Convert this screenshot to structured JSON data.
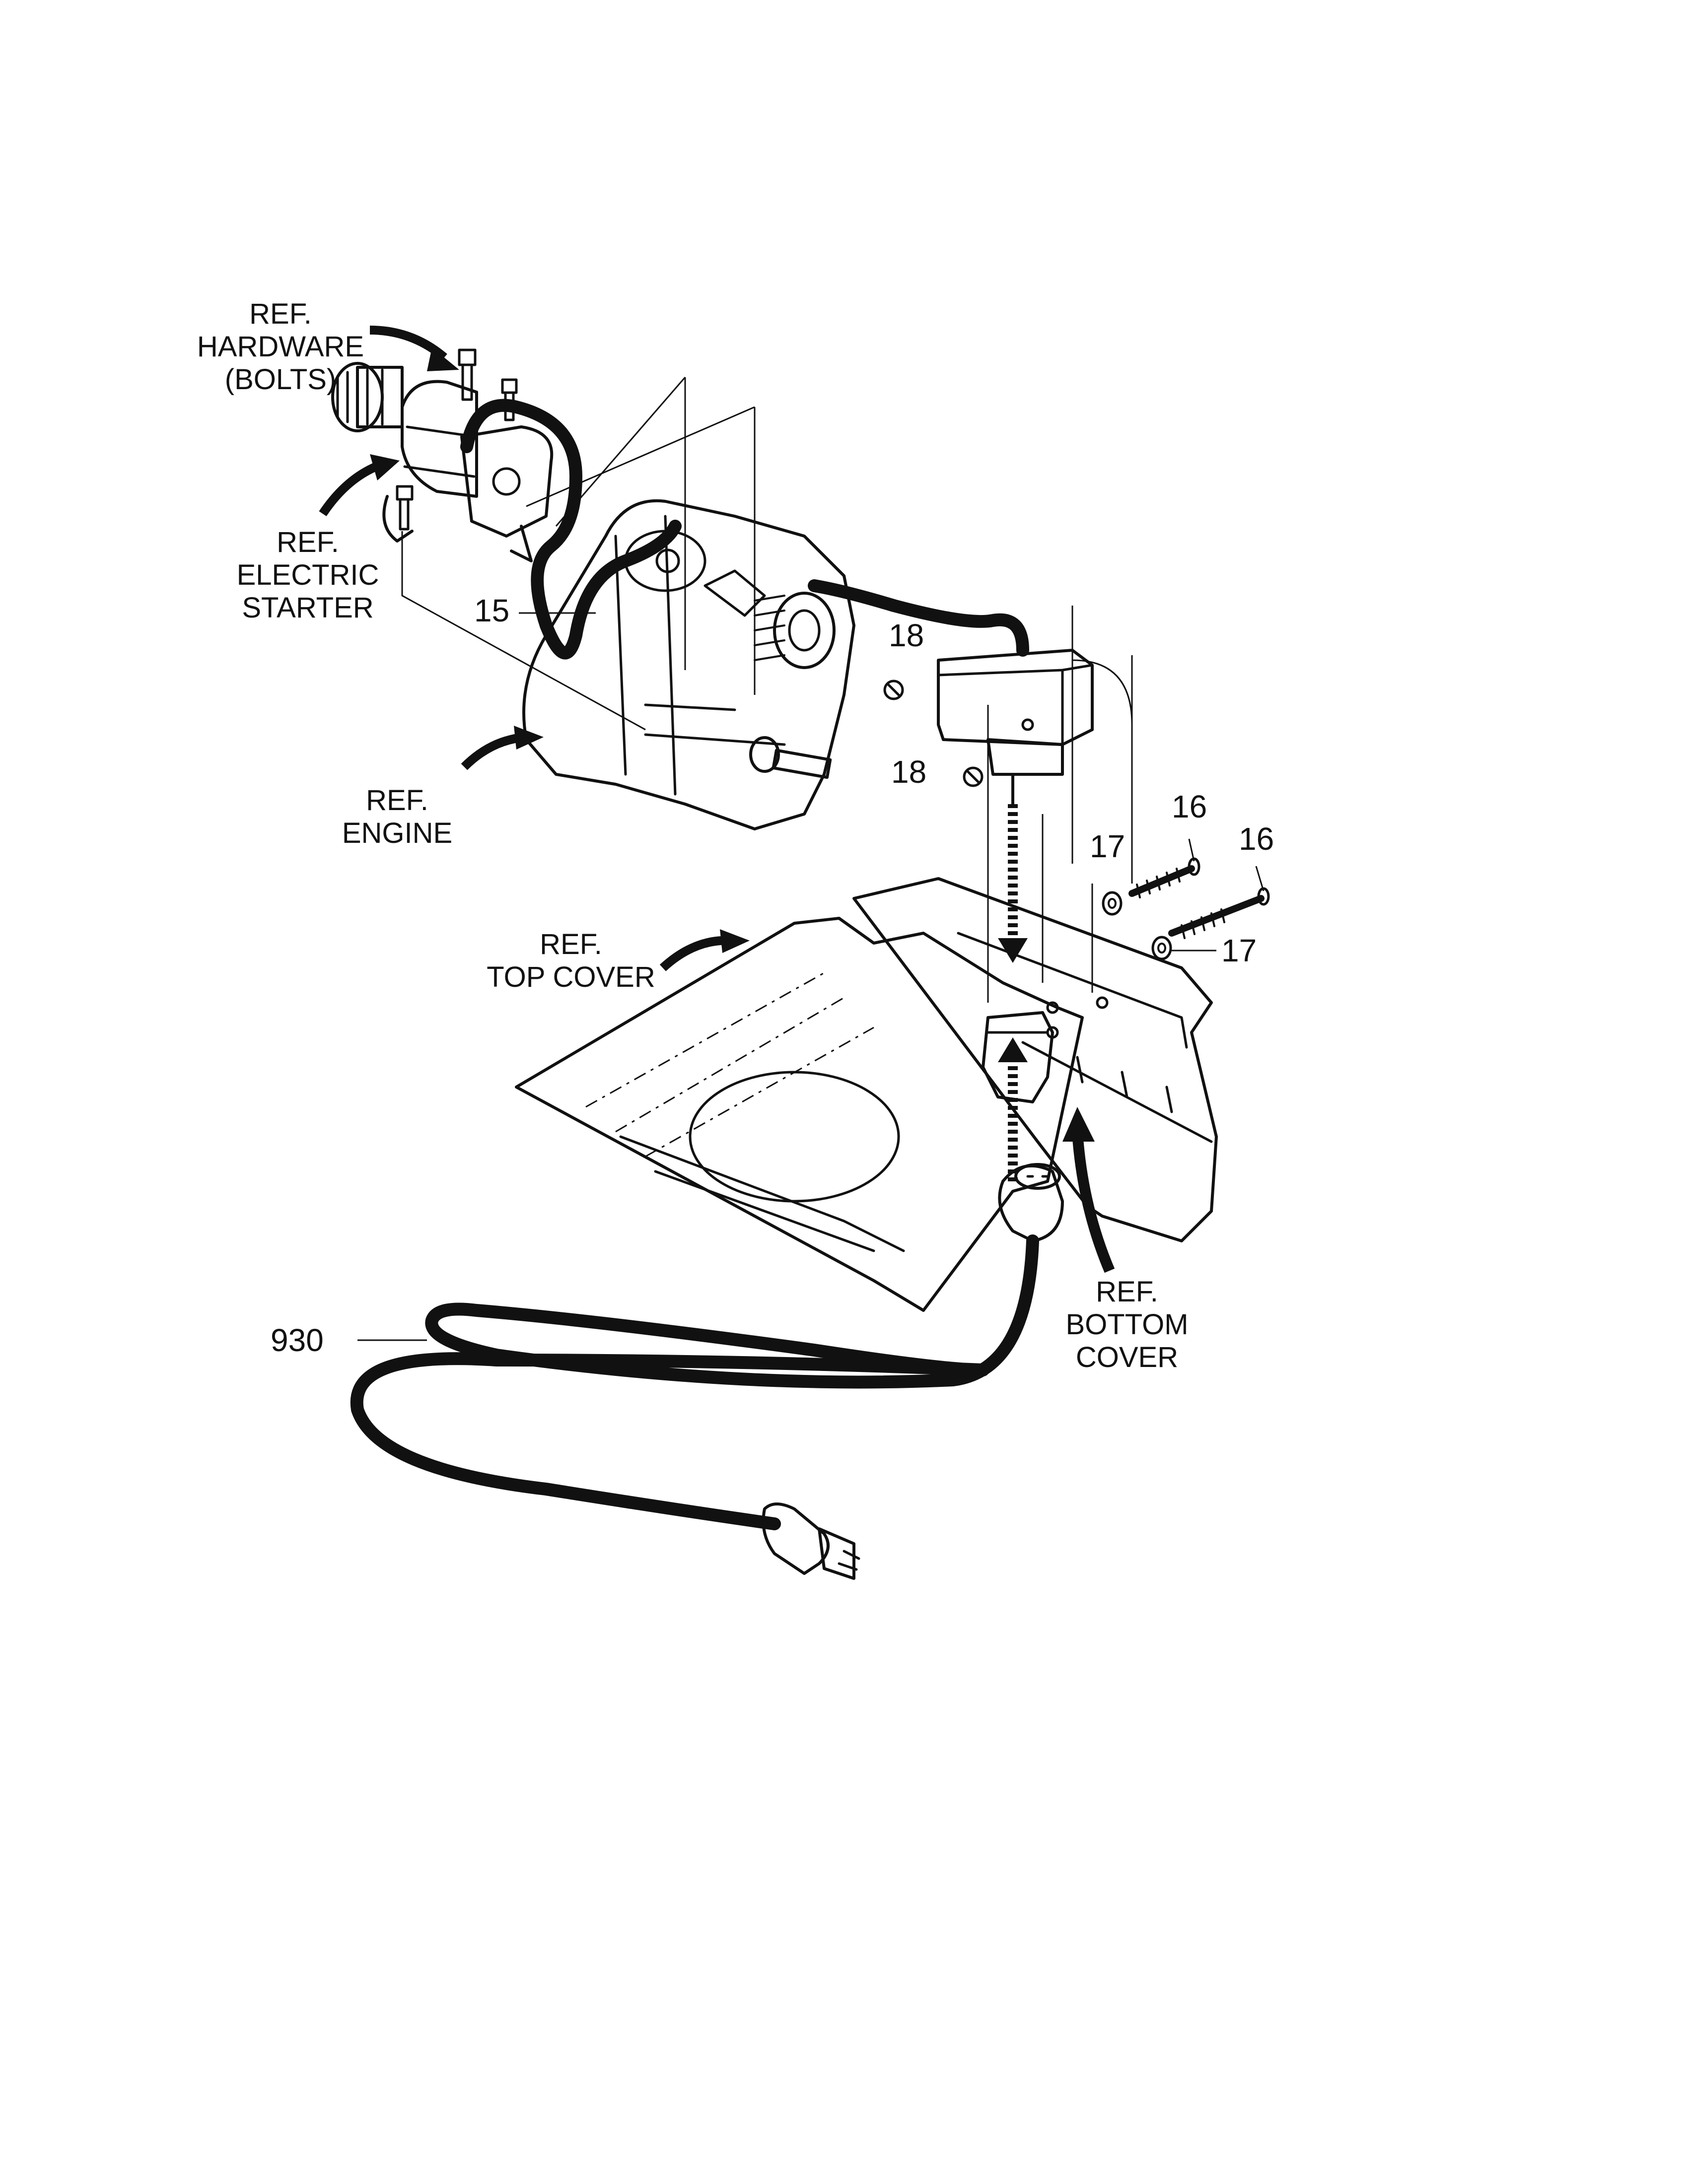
{
  "labels": {
    "hardware": [
      "REF.",
      "HARDWARE",
      "(BOLTS)"
    ],
    "starter": [
      "REF.",
      "ELECTRIC",
      "STARTER"
    ],
    "engine": [
      "REF.",
      "ENGINE"
    ],
    "top_cover": [
      "REF.",
      "TOP COVER"
    ],
    "bottom_cover": [
      "REF.",
      "BOTTOM",
      "COVER"
    ]
  },
  "parts": {
    "p15": "15",
    "p18a": "18",
    "p18b": "18",
    "p16a": "16",
    "p16b": "16",
    "p17a": "17",
    "p17b": "17",
    "p930": "930"
  }
}
